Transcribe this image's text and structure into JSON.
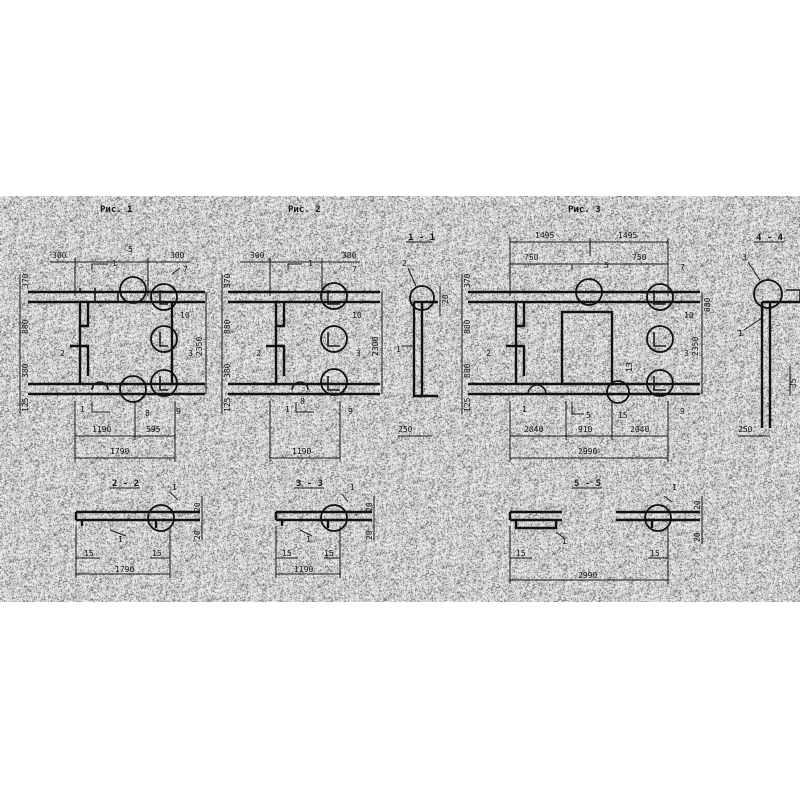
{
  "figures": {
    "fig1": {
      "title": "Рис. 1",
      "dims": {
        "top_left": "300",
        "top_right": "300",
        "bottom_left": "1190",
        "bottom_right": "595",
        "overall": "1790",
        "right_height": "2350",
        "left_a": "370",
        "left_b": "880",
        "left_c": "380",
        "left_d": "125"
      },
      "labels": {
        "c5": "5",
        "c7": "7",
        "c10": "10",
        "c8": "8",
        "c9": "9",
        "sec1": "1",
        "sec1b": "1",
        "s2": "2",
        "s3": "3"
      }
    },
    "fig2": {
      "title": "Рис. 2",
      "dims": {
        "top_left": "300",
        "top_right": "300",
        "overall": "1190",
        "right_height": "2300",
        "left_a": "370",
        "left_b": "880",
        "left_c": "380",
        "left_d": "125"
      },
      "labels": {
        "c7": "7",
        "c10": "10",
        "c8": "8",
        "c9": "9",
        "sec1": "1",
        "sec1b": "1",
        "s2": "2",
        "s3": "3"
      }
    },
    "sec11": {
      "title": "1 - 1",
      "dims": {
        "width": "250",
        "top": "20"
      },
      "labels": {
        "a": "2",
        "b": "1"
      }
    },
    "fig3": {
      "title": "Рис. 3",
      "dims": {
        "top_left": "1495",
        "top_right": "1495",
        "inner_left": "750",
        "inner_right": "750",
        "b1": "2040",
        "b2": "910",
        "b3": "2040",
        "overall": "2990",
        "right_height": "2350",
        "left_a": "370",
        "left_b": "880",
        "left_c": "880",
        "left_d": "125",
        "r1": "880"
      },
      "labels": {
        "c5": "5",
        "c7": "7",
        "c10": "10",
        "c15": "15",
        "c9": "9",
        "c13": "13",
        "s2": "2",
        "s3": "3",
        "sec1": "1",
        "sec5": "5"
      }
    },
    "sec44": {
      "title": "4 - 4",
      "dims": {
        "width": "250",
        "h": "35"
      },
      "labels": {
        "a": "3",
        "b": "1"
      }
    },
    "sec22": {
      "title": "2 - 2",
      "dims": {
        "left": "15",
        "right": "15",
        "overall": "1790",
        "h1": "20",
        "h2": "20"
      },
      "labels": {
        "c1": "I",
        "c2": "I"
      }
    },
    "sec33": {
      "title": "3 - 3",
      "dims": {
        "left": "15",
        "right": "15",
        "overall": "1190",
        "h1": "20",
        "h2": "20"
      },
      "labels": {
        "c1": "1",
        "c2": "1"
      }
    },
    "sec55": {
      "title": "5 - 5",
      "dims": {
        "left": "15",
        "right": "15",
        "overall": "2990",
        "h1": "20",
        "h2": "20"
      },
      "labels": {
        "c1": "1",
        "c2": "1"
      }
    }
  }
}
